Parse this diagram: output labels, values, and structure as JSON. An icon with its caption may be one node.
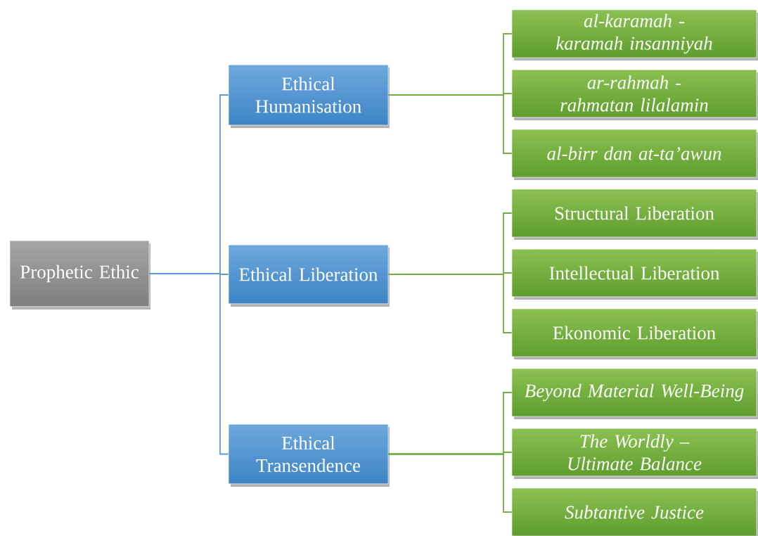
{
  "diagram": {
    "nodes": [
      {
        "text": [
          "Prophetic Ethic"
        ]
      },
      {
        "text": [
          "Ethical Humanisation"
        ]
      },
      {
        "text": [
          "Ethical Liberation"
        ]
      },
      {
        "text": [
          "Ethical Transendence"
        ]
      },
      {
        "text": [
          "al-karamah - karamah insanniyah"
        ]
      },
      {
        "text": [
          "ar-rahmah - rahmatan lilalamin"
        ]
      },
      {
        "text": [
          "al-birr dan at-ta’awun"
        ]
      },
      {
        "text": [
          "Structural Liberation"
        ]
      },
      {
        "text": [
          "Intellectual Liberation"
        ]
      },
      {
        "text": [
          "Ekonomic Liberation"
        ]
      },
      {
        "text": [
          "Beyond Material Well-Being"
        ]
      },
      {
        "text": [
          "The Worldly – Ultimate Balance"
        ]
      },
      {
        "text": [
          "Subtantive Justice"
        ]
      }
    ],
    "edges": [
      {
        "from": 0,
        "to": 1,
        "arrow": "none",
        "color": "#5b9bd5"
      },
      {
        "from": 0,
        "to": 2,
        "arrow": "none",
        "color": "#5b9bd5"
      },
      {
        "from": 0,
        "to": 3,
        "arrow": "none",
        "color": "#5b9bd5"
      },
      {
        "from": 1,
        "to": 4,
        "arrow": "none"
      },
      {
        "from": 1,
        "to": 5,
        "arrow": "none"
      },
      {
        "from": 1,
        "to": 6,
        "arrow": "none"
      },
      {
        "from": 2,
        "to": 7,
        "arrow": "none"
      },
      {
        "from": 2,
        "to": 8,
        "arrow": "none"
      },
      {
        "from": 2,
        "to": 9,
        "arrow": "none"
      },
      {
        "from": 3,
        "to": 10,
        "arrow": "none"
      },
      {
        "from": 3,
        "to": 11,
        "arrow": "none"
      },
      {
        "from": 3,
        "to": 12,
        "arrow": "none"
      }
    ]
  }
}
